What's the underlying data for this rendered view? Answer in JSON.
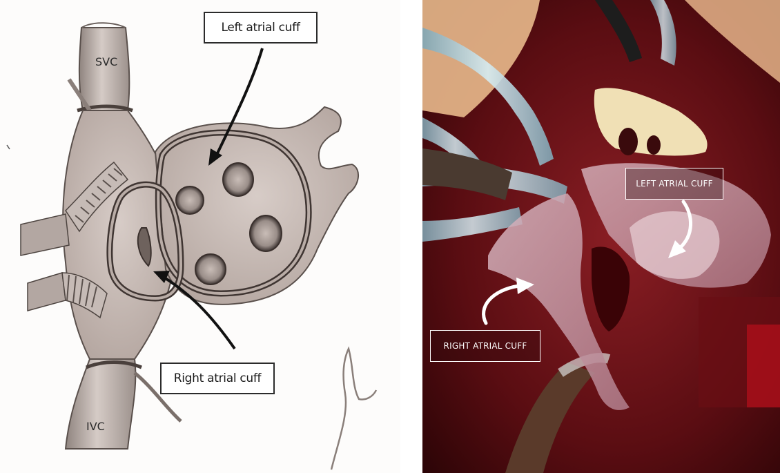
{
  "illustration": {
    "svc_label": "SVC",
    "ivc_label": "IVC",
    "left_atrial_cuff_label": "Left atrial cuff",
    "right_atrial_cuff_label": "Right atrial cuff"
  },
  "photo": {
    "left_atrial_cuff_label": "LEFT ATRIAL CUFF",
    "right_atrial_cuff_label": "RIGHT ATRIAL CUFF"
  }
}
